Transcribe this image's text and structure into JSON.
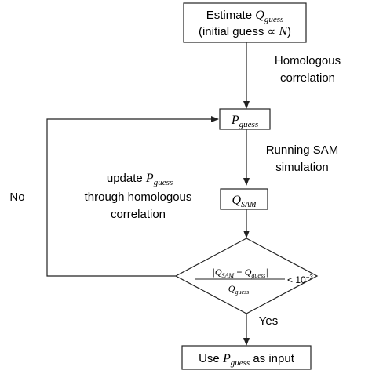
{
  "boxes": {
    "estimate": {
      "line1_prefix": "Estimate ",
      "line1_var": "Q",
      "line1_sub": "guess",
      "line2_prefix": "(initial guess ∝ ",
      "line2_var": "N",
      "line2_suffix": ")"
    },
    "p_guess": {
      "var": "P",
      "sub": "guess"
    },
    "q_sam": {
      "var": "Q",
      "sub": "SAM"
    },
    "use_input": {
      "prefix": "Use ",
      "var": "P",
      "sub": "guess",
      "suffix": " as input"
    }
  },
  "decision": {
    "num_open": "|",
    "num_var1": "Q",
    "num_sub1": "SAM",
    "num_minus": " − ",
    "num_var2": "Q",
    "num_sub2": "guess",
    "num_close": "|",
    "den_var": "Q",
    "den_sub": "guess",
    "compare": "< 10",
    "exponent": "−3"
  },
  "labels": {
    "homologous_line1": "Homologous",
    "homologous_line2": "correlation",
    "running_line1": "Running SAM",
    "running_line2": "simulation",
    "update_prefix": "update ",
    "update_var": "P",
    "update_sub": "guess",
    "update_line2": "through homologous",
    "update_line3": "correlation",
    "no": "No",
    "yes": "Yes"
  }
}
